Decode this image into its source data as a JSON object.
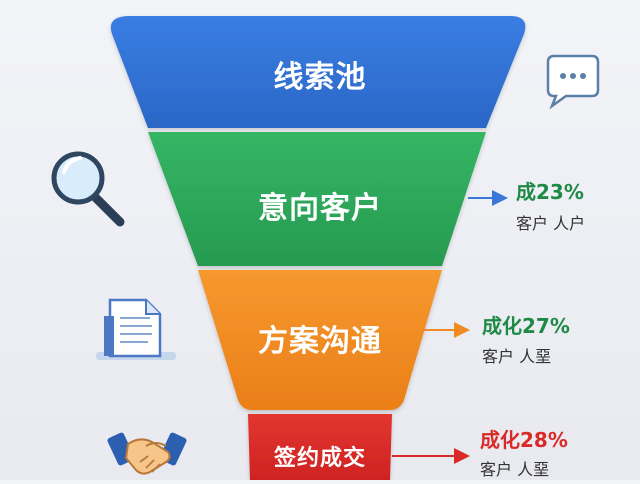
{
  "funnel": {
    "stages": [
      {
        "label": "线索池",
        "color": "#2f6fd6"
      },
      {
        "label": "意向客户",
        "color": "#2ea55a"
      },
      {
        "label": "方案沟通",
        "color": "#f08a22"
      },
      {
        "label": "签约成交",
        "color": "#d92a28"
      }
    ]
  },
  "metrics": [
    {
      "title": "成23%",
      "subtitle": "客户 人户",
      "color": "#1f8a45",
      "arrow_color": "#3a78d8"
    },
    {
      "title": "成化27%",
      "subtitle": "客户 人堊",
      "color": "#1f8a45",
      "arrow_color": "#f08a22"
    },
    {
      "title": "成化28%",
      "subtitle": "客户 人堊",
      "color": "#d92a28",
      "arrow_color": "#d92a28"
    }
  ],
  "icons": {
    "top_right": "speech-bubble-icon",
    "left_1": "magnifier-icon",
    "left_2": "document-icon",
    "left_3": "handshake-icon"
  }
}
